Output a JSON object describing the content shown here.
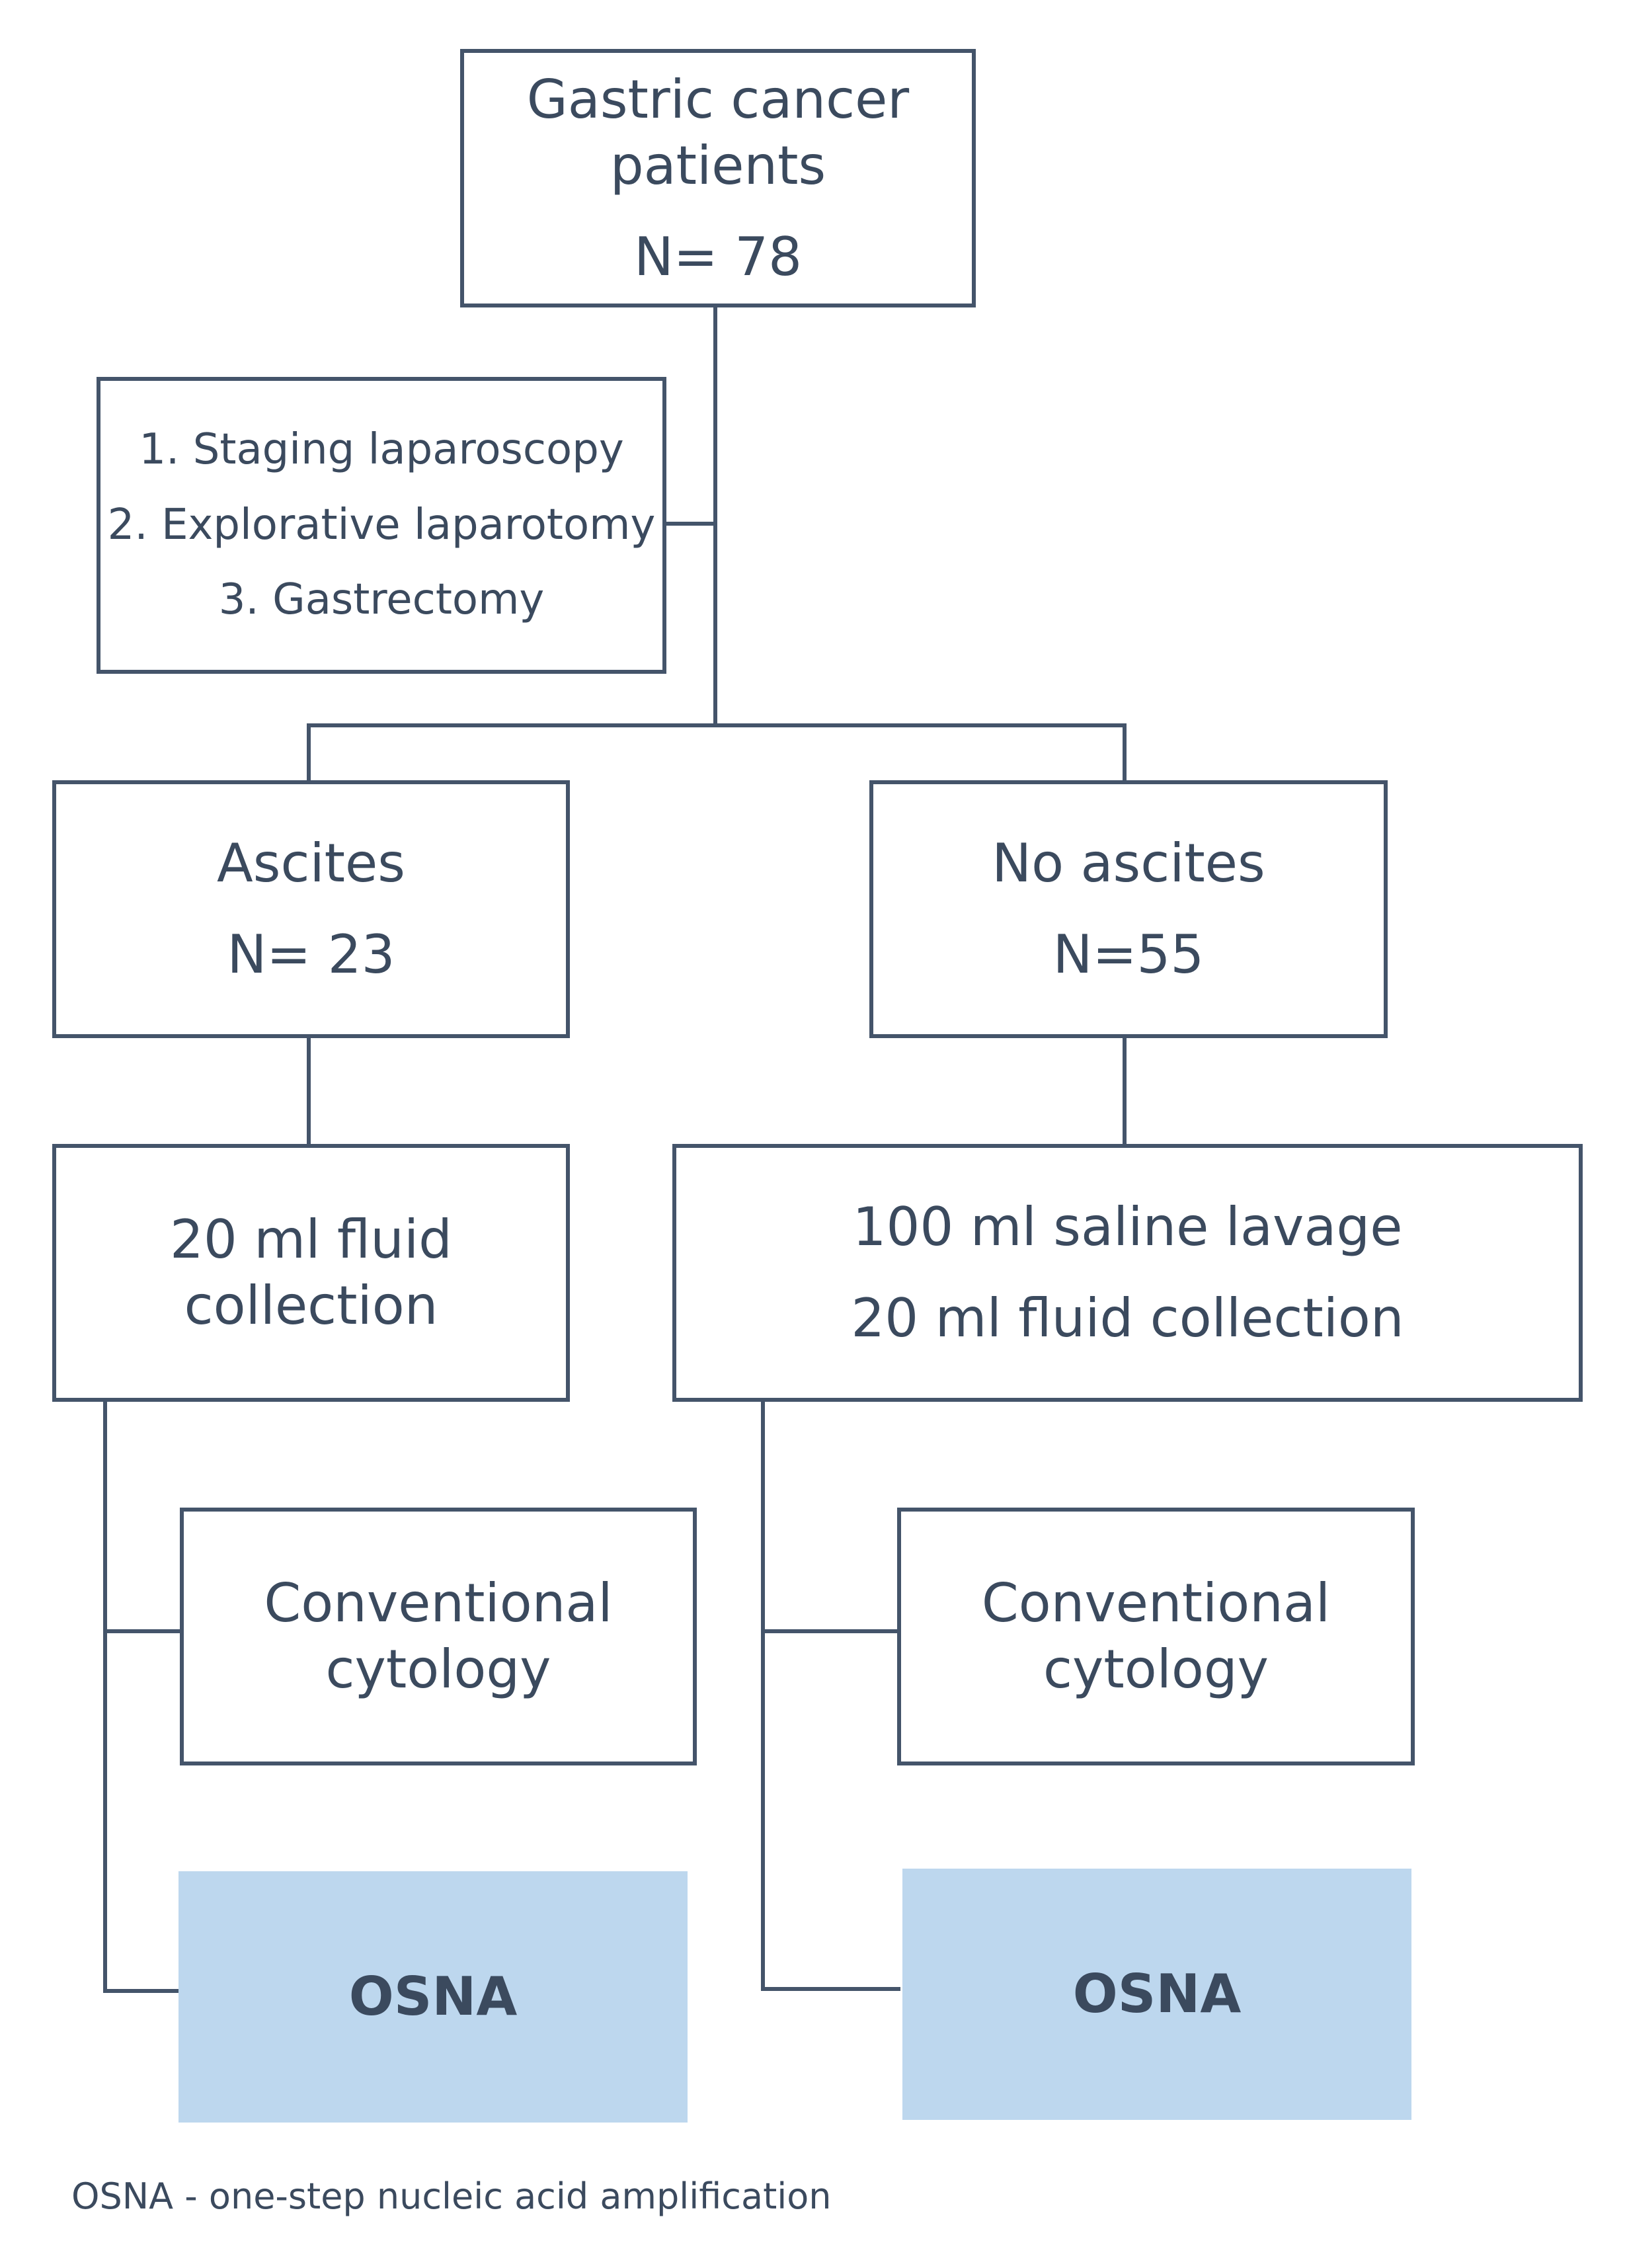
{
  "diagram": {
    "top": {
      "title_line1": "Gastric cancer",
      "title_line2": "patients",
      "count": "N= 78"
    },
    "procedures": {
      "item1": "1. Staging laparoscopy",
      "item2": "2. Explorative laparotomy",
      "item3": "3. Gastrectomy"
    },
    "ascites": {
      "label": "Ascites",
      "count": "N= 23",
      "collection_line1": "20 ml fluid",
      "collection_line2": "collection",
      "cytology_line1": "Conventional",
      "cytology_line2": "cytology",
      "osna": "OSNA"
    },
    "no_ascites": {
      "label": "No ascites",
      "count": "N=55",
      "lavage": "100 ml saline lavage",
      "collection": "20 ml  fluid collection",
      "cytology_line1": "Conventional",
      "cytology_line2": "cytology",
      "osna": "OSNA"
    },
    "footnote": "OSNA - one-step nucleic acid amplification"
  },
  "colors": {
    "line": "#44546a",
    "text": "#3b4a5e",
    "osna_fill": "#bdd7ee"
  }
}
